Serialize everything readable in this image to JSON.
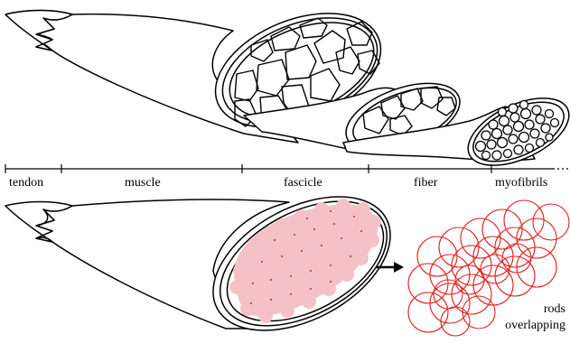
{
  "scale_labels": [
    "tendon",
    "muscle",
    "fascicle",
    "fiber",
    "myofibrils"
  ],
  "annotation": {
    "line1": "rods",
    "line2": "overlapping"
  },
  "colors": {
    "ink": "#000000",
    "fill_pink": "#f4c2c6",
    "dot_red": "#cc2020",
    "circle_red": "#e02020"
  }
}
